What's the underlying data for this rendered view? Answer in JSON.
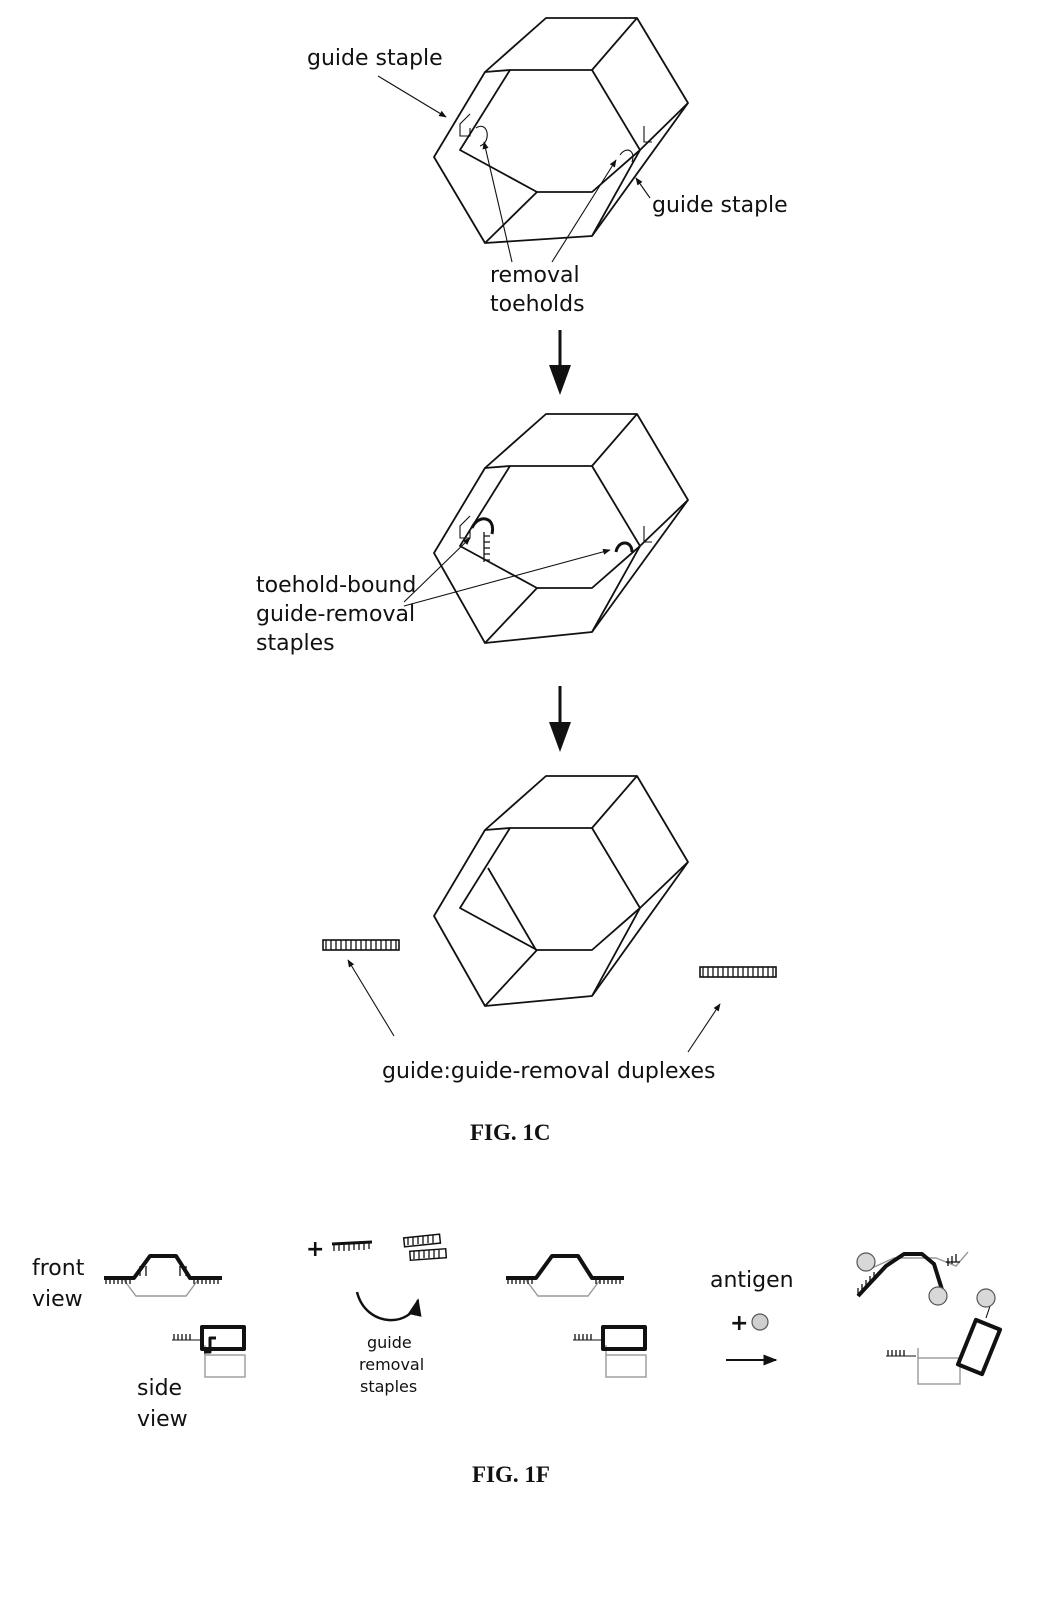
{
  "fig_1c": {
    "caption": "FIG. 1C",
    "labels": {
      "guide_staple_left": "guide staple",
      "guide_staple_right": "guide staple",
      "removal_toeholds_line1": "removal",
      "removal_toeholds_line2": "toeholds",
      "toehold_bound_line1": "toehold-bound",
      "toehold_bound_line2": "guide-removal",
      "toehold_bound_line3": "staples",
      "duplexes": "guide:guide-removal duplexes"
    }
  },
  "fig_1f": {
    "caption": "FIG. 1F",
    "labels": {
      "front_view_line1": "front",
      "front_view_line2": "view",
      "side_view_line1": "side",
      "side_view_line2": "view",
      "plus_sign": "+",
      "guide_removal_line1": "guide",
      "guide_removal_line2": "removal",
      "guide_removal_line3": "staples",
      "antigen": "antigen",
      "antigen_plus": "+"
    }
  }
}
